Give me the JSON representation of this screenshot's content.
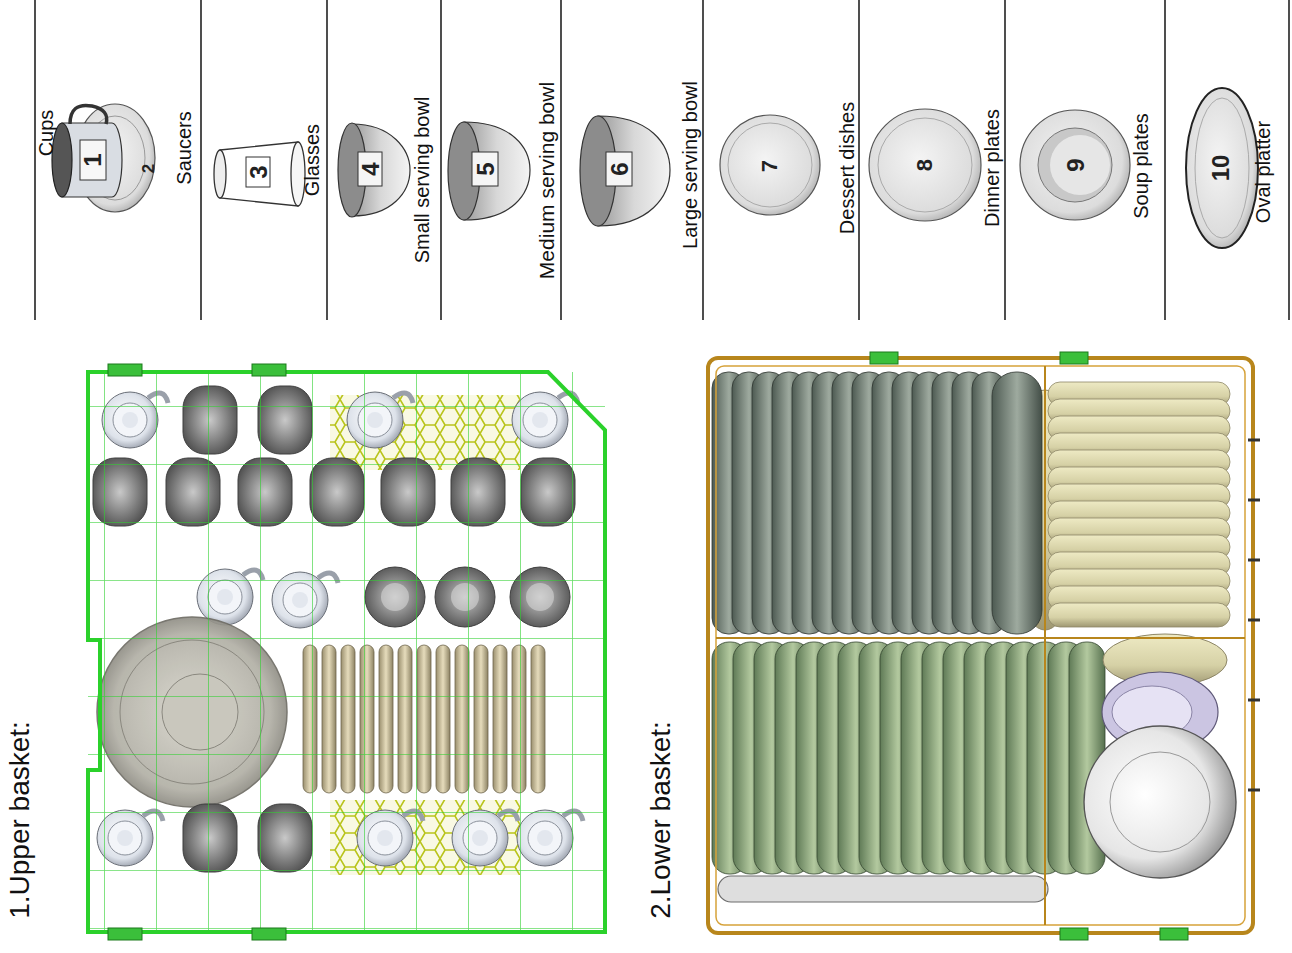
{
  "diagram": {
    "labels": [
      "1",
      "2",
      "Cups",
      "Saucers",
      "3",
      "Glasses",
      "4",
      "Small serving bowl",
      "5",
      "Medium serving bowl",
      "6",
      "Large serving bowl",
      "7",
      "Dessert dishes",
      "8",
      "Dinner plates",
      "9",
      "Soup plates",
      "10",
      "Oval platter",
      "1.Upper basket:",
      "2.Lower basket:"
    ]
  }
}
